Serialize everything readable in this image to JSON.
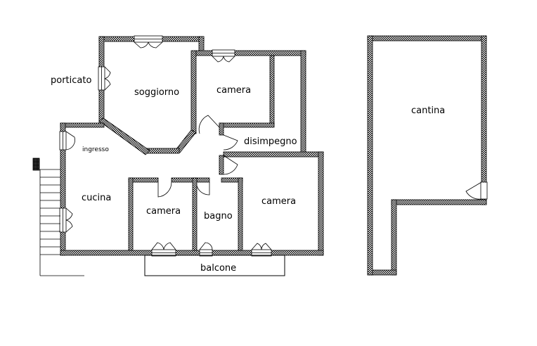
{
  "floorplan": {
    "rooms": {
      "porticato": "porticato",
      "soggiorno": "soggiorno",
      "camera_top": "camera",
      "disimpegno": "disimpegno",
      "ingresso": "ingresso",
      "cucina": "cucina",
      "camera_mid": "camera",
      "bagno": "bagno",
      "camera_right": "camera",
      "balcone": "balcone",
      "cantina": "cantina"
    },
    "colors": {
      "wall_hatch": "#000000",
      "background": "#ffffff"
    }
  }
}
